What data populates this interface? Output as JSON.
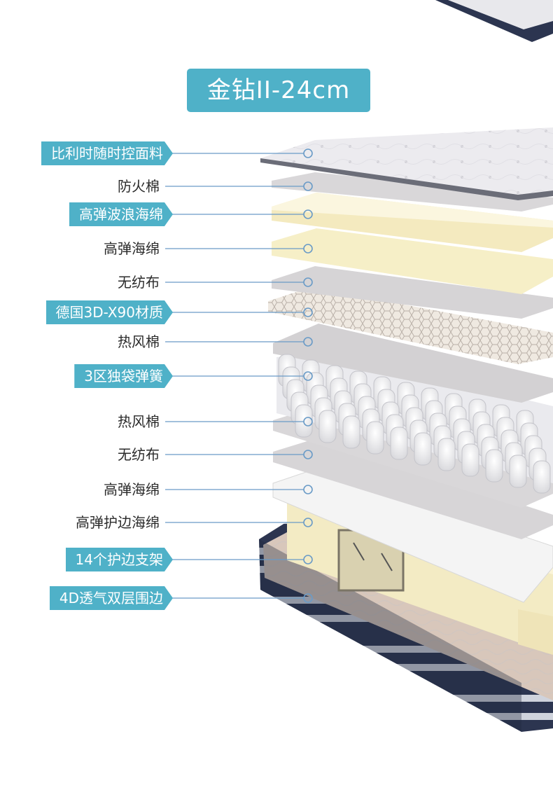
{
  "title": "金钻II-24cm",
  "colors": {
    "accent": "#4fb1c8",
    "leader_line": "#6a9bc7",
    "border_dark": "#2f3a55",
    "foam_yellow": "#f6efc7",
    "fabric_grey": "#d9d7d9"
  },
  "layers": [
    {
      "label": "比利时随时控面料",
      "style": "highlight"
    },
    {
      "label": "防火棉",
      "style": "plain"
    },
    {
      "label": "高弹波浪海绵",
      "style": "highlight"
    },
    {
      "label": "高弹海绵",
      "style": "plain"
    },
    {
      "label": "无纺布",
      "style": "plain"
    },
    {
      "label": "德国3D-X90材质",
      "style": "highlight"
    },
    {
      "label": "热风棉",
      "style": "plain"
    },
    {
      "label": "3区独袋弹簧",
      "style": "highlight"
    },
    {
      "label": "热风棉",
      "style": "plain"
    },
    {
      "label": "无纺布",
      "style": "plain"
    },
    {
      "label": "高弹海绵",
      "style": "plain"
    },
    {
      "label": "高弹护边海绵",
      "style": "plain"
    },
    {
      "label": "14个护边支架",
      "style": "highlight"
    },
    {
      "label": "4D透气双层围边",
      "style": "highlight"
    }
  ]
}
